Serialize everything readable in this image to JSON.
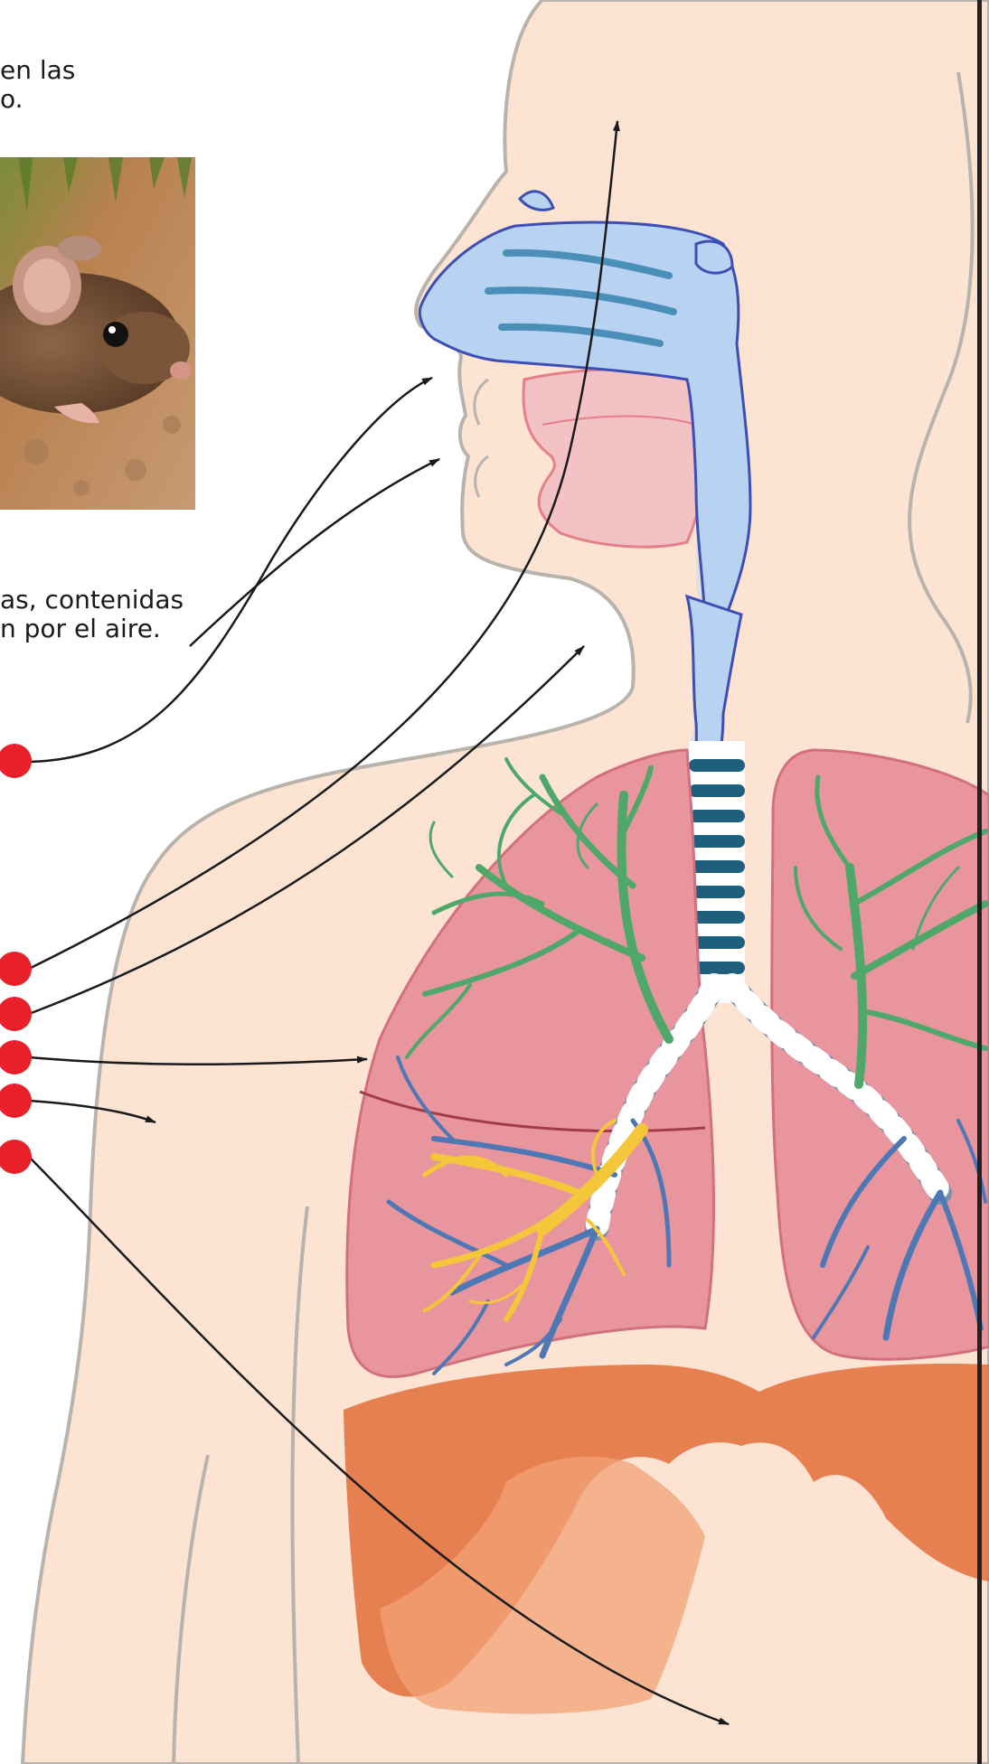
{
  "text": {
    "top_line1": "en las",
    "top_line2": "o.",
    "mid_line1": "as, contenidas",
    "mid_line2": "n por el aire."
  },
  "image": {
    "subject": "mouse-photo"
  },
  "diagram": {
    "subject": "respiratory-system-diagram",
    "markers": [
      {
        "id": "marker-1"
      },
      {
        "id": "marker-2"
      },
      {
        "id": "marker-3"
      },
      {
        "id": "marker-4"
      },
      {
        "id": "marker-5"
      },
      {
        "id": "marker-6"
      }
    ]
  },
  "colors": {
    "skin": "#fce3d2",
    "skin_outline": "#b8b4ad",
    "nasal_cavity": "#b8d2f2",
    "nasal_outline": "#3d4eb4",
    "mouth": "#f2c2c5",
    "lung": "#e8959e",
    "bronchi_green": "#4fa86a",
    "bronchi_blue": "#4e78b4",
    "bronchi_yellow": "#f4c63a",
    "trachea_dark": "#1f5f7e",
    "diaphragm": "#e36e3a",
    "marker": "#e8202a",
    "arrow": "#1a1a1a"
  }
}
